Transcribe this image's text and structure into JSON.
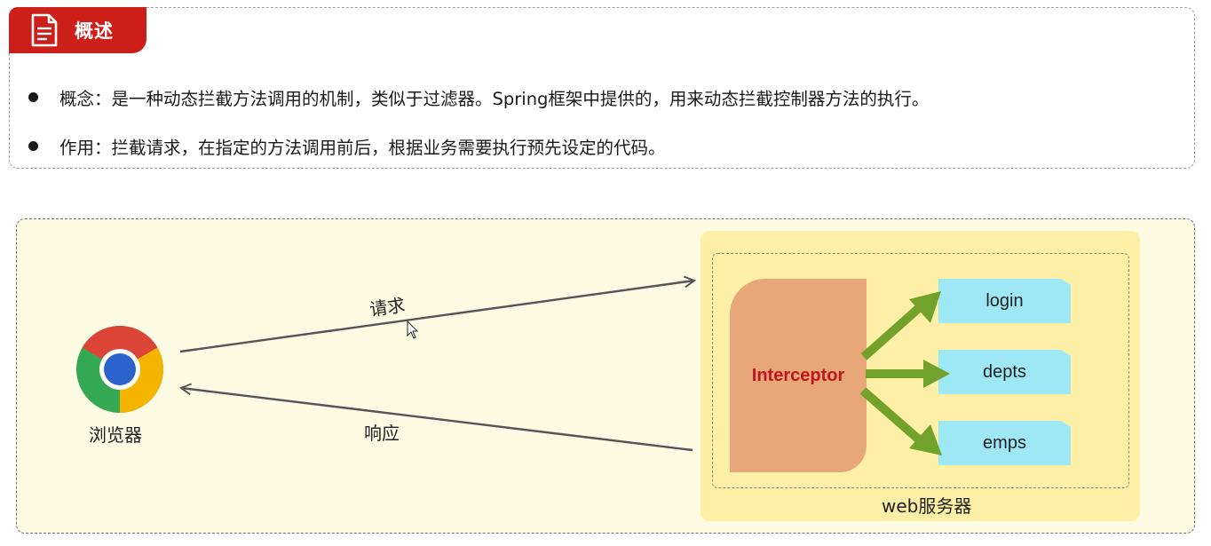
{
  "overview": {
    "tag_label": "概述",
    "bullets": [
      "概念：是一种动态拦截方法调用的机制，类似于过滤器。Spring框架中提供的，用来动态拦截控制器方法的执行。",
      "作用：拦截请求，在指定的方法调用前后，根据业务需要执行预先设定的代码。"
    ]
  },
  "diagram": {
    "browser_label": "浏览器",
    "request_label": "请求",
    "response_label": "响应",
    "interceptor_label": "Interceptor",
    "endpoints": [
      "login",
      "depts",
      "emps"
    ],
    "server_label": "web服务器"
  },
  "colors": {
    "tag_red": "#cc1f1a",
    "interceptor_fill": "#e8a779",
    "interceptor_text": "#c0161d",
    "endpoint_fill": "#9ee7f5",
    "arrow_green": "#72a22b",
    "panel_bg": "#fefbe4",
    "server_bg": "#fdf0a6"
  },
  "icons": {
    "tag_icon": "document-icon",
    "browser_icon": "chrome-icon",
    "cursor_icon": "mouse-cursor-icon"
  }
}
